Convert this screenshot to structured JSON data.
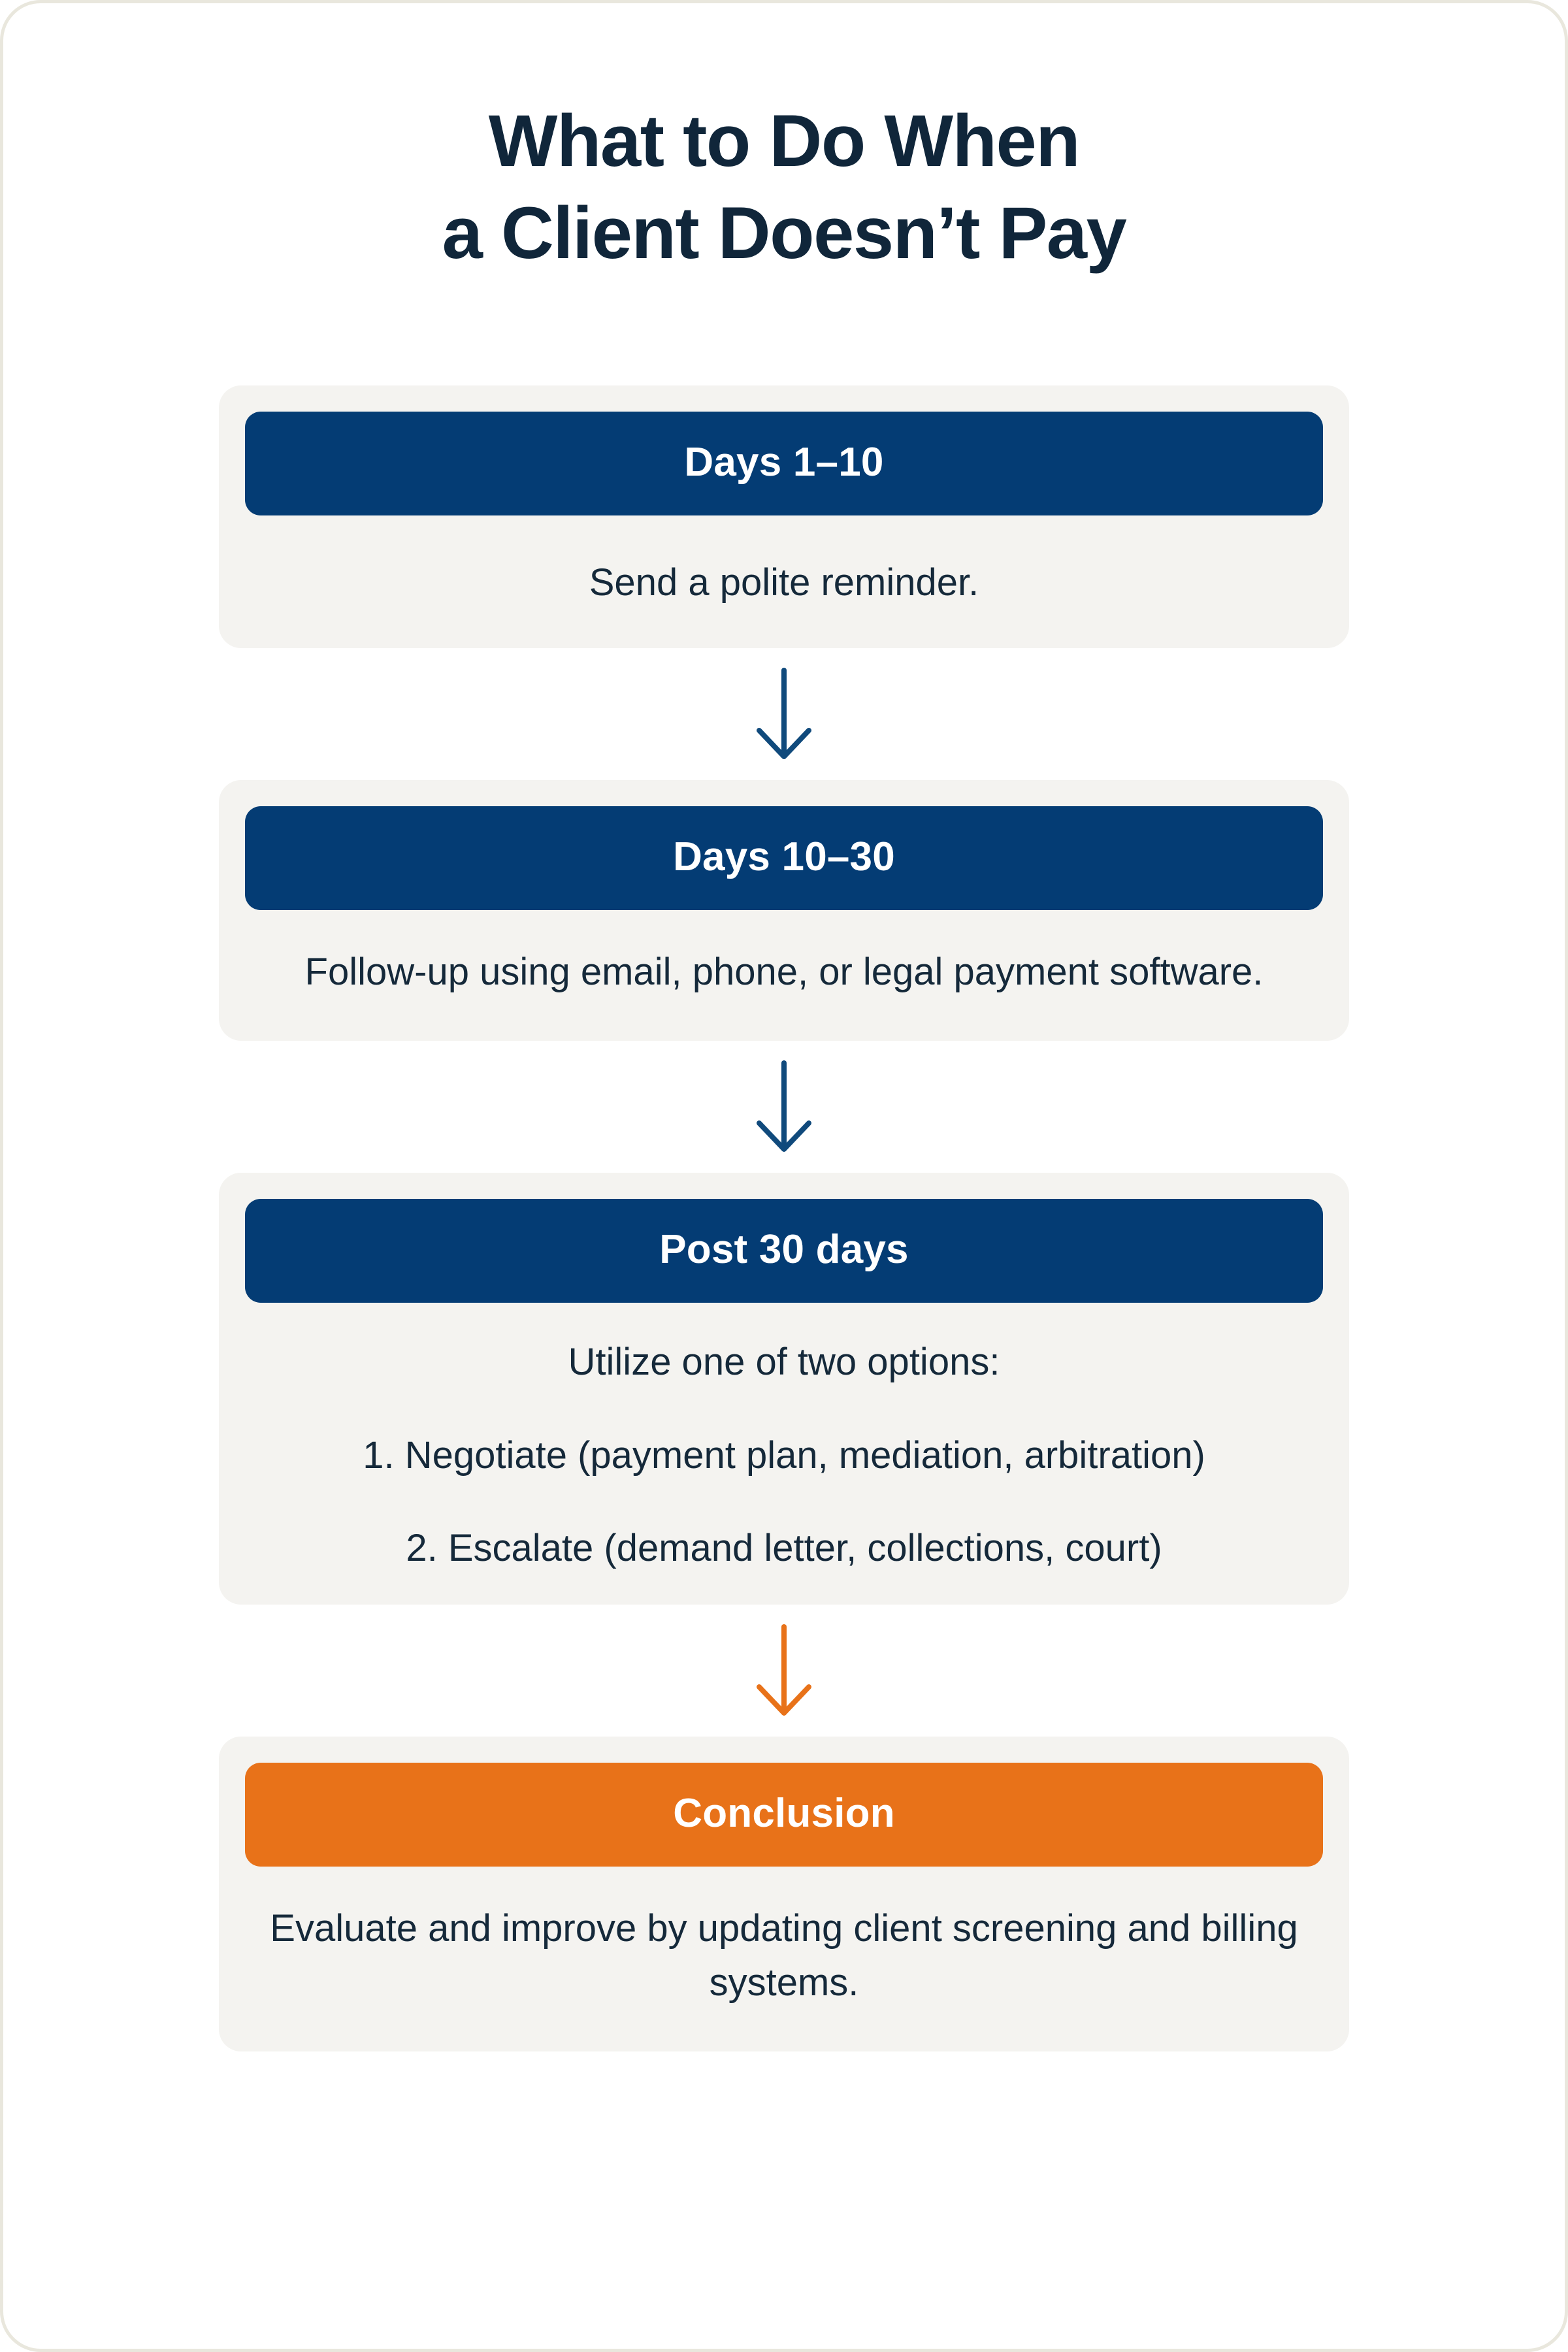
{
  "page": {
    "title_line_1": "What to Do When",
    "title_line_2": "a Client Doesn’t Pay",
    "colors": {
      "navy_header": "#043c74",
      "orange_header": "#e87219",
      "card_background": "#f4f3f0",
      "text_dark": "#15293a",
      "title_text": "#10263a",
      "page_border": "#e9e7dd"
    }
  },
  "steps": [
    {
      "header": "Days 1–10",
      "header_color": "navy",
      "body": "Send a polite reminder."
    },
    {
      "header": "Days 10–30",
      "header_color": "navy",
      "body": "Follow-up using email, phone, or legal payment software."
    },
    {
      "header": "Post 30 days",
      "header_color": "navy",
      "body": "Utilize one of two options:",
      "options": [
        "1. Negotiate (payment plan, mediation, arbitration)",
        "2. Escalate (demand letter, collections, court)"
      ]
    },
    {
      "header": "Conclusion",
      "header_color": "orange",
      "body": "Evaluate and improve by updating client screening and billing systems."
    }
  ],
  "connectors": [
    {
      "name": "arrow-down-1",
      "color": "#104a7c"
    },
    {
      "name": "arrow-down-2",
      "color": "#104a7c"
    },
    {
      "name": "arrow-down-3",
      "color": "#e87219"
    }
  ]
}
